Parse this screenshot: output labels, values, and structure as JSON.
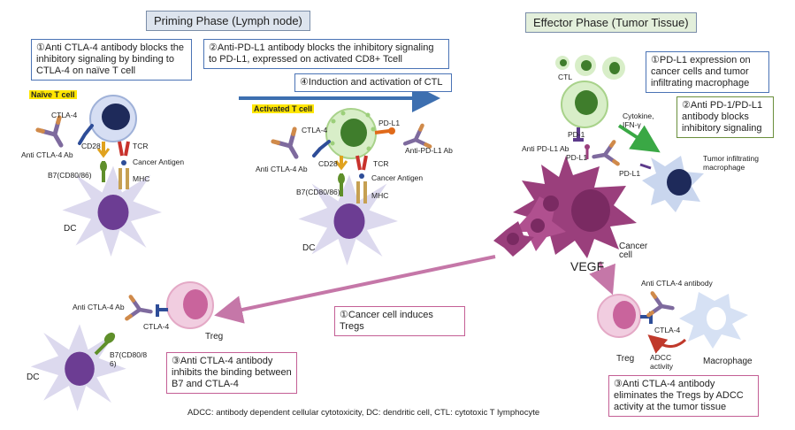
{
  "priming_phase": {
    "title": "Priming Phase (Lymph node)",
    "box1": "①Anti CTLA-4 antibody blocks the inhibitory signaling by binding to CTLA-4 on naïve T cell",
    "box2": "②Anti-PD-L1 antibody blocks the inhibitory signaling to PD-L1, expressed on activated CD8+ Tcell",
    "box4": "④Induction and  activation of CTL",
    "naive_label": "Naïve T cell",
    "activated_label": "Activated T cell",
    "naive_cell_labels": {
      "ctla4": "CTLA-4",
      "anti_ctla4": "Anti CTLA-4  Ab",
      "cd28": "CD28",
      "tcr": "TCR",
      "cancer_antigen": "Cancer Antigen",
      "b7": "B7(CD80/86)",
      "mhc": "MHC",
      "dc": "DC"
    },
    "activated_cell_labels": {
      "ctla4": "CTLA-4",
      "anti_ctla4": "Anti CTLA-4  Ab",
      "pdl1": "PD-L1",
      "anti_pdl1": "Anti-PD-L1 Ab",
      "cd28": "CD28",
      "tcr": "TCR",
      "cancer_antigen": "Cancer Antigen",
      "b7": "B7(CD80/86)",
      "mhc": "MHC",
      "dc": "DC"
    }
  },
  "effector_phase": {
    "title": "Effector Phase (Tumor Tissue)",
    "box1": "①PD-L1 expression on cancer cells and tumor infiltrating macrophage",
    "box2": "②Anti PD-1/PD-L1 antibody blocks inhibitory signaling",
    "box3": "③Anti CTLA-4 antibody eliminates the Tregs by ADCC activity at the tumor tissue",
    "labels": {
      "ctl": "CTL",
      "pd1": "PD-1",
      "cytokine": "Cytokine,\nIFN-γ",
      "anti_pdl1": "Anti PD-L1 Ab",
      "pdl1_cancer": "PD-L1",
      "pdl1_macro": "PD-L1",
      "tumor_macrophage": "Tumor infiltrating\nmacrophage",
      "cancer_cell": "Cancer\ncell",
      "vegf": "VEGF",
      "anti_ctla4_antibody": "Anti CTLA-4  antibody",
      "ctla4": "CTLA-4",
      "treg": "Treg",
      "adcc": "ADCC\nactivity",
      "macrophage": "Macrophage"
    }
  },
  "lower_left": {
    "box_tregs": "①Cancer cell induces Tregs",
    "box3": "③Anti CTLA-4 antibody inhibits the binding between B7 and CTLA-4",
    "labels": {
      "anti_ctla4": "Anti CTLA-4 Ab",
      "ctla4": "CTLA-4",
      "treg": "Treg",
      "b7": "B7(CD80/8\n6)",
      "dc": "DC"
    }
  },
  "footnote": "ADCC: antibody dependent cellular cytotoxicity, DC: dendritic cell, CTL: cytotoxic T lymphocyte",
  "colors": {
    "priming_title_bg": "#dde4ee",
    "effector_title_bg": "#e3efdb",
    "blue_border": "#4a73b5",
    "green_border": "#6a8f3c",
    "pink_border": "#c45f95",
    "arrow_blue": "#3d6fb0",
    "arrow_pink": "#c577a8",
    "arrow_green": "#3aa845",
    "highlight": "#ffe600",
    "dc_purple": "#6c3d93",
    "cancer_magenta": "#9a3f7c"
  }
}
